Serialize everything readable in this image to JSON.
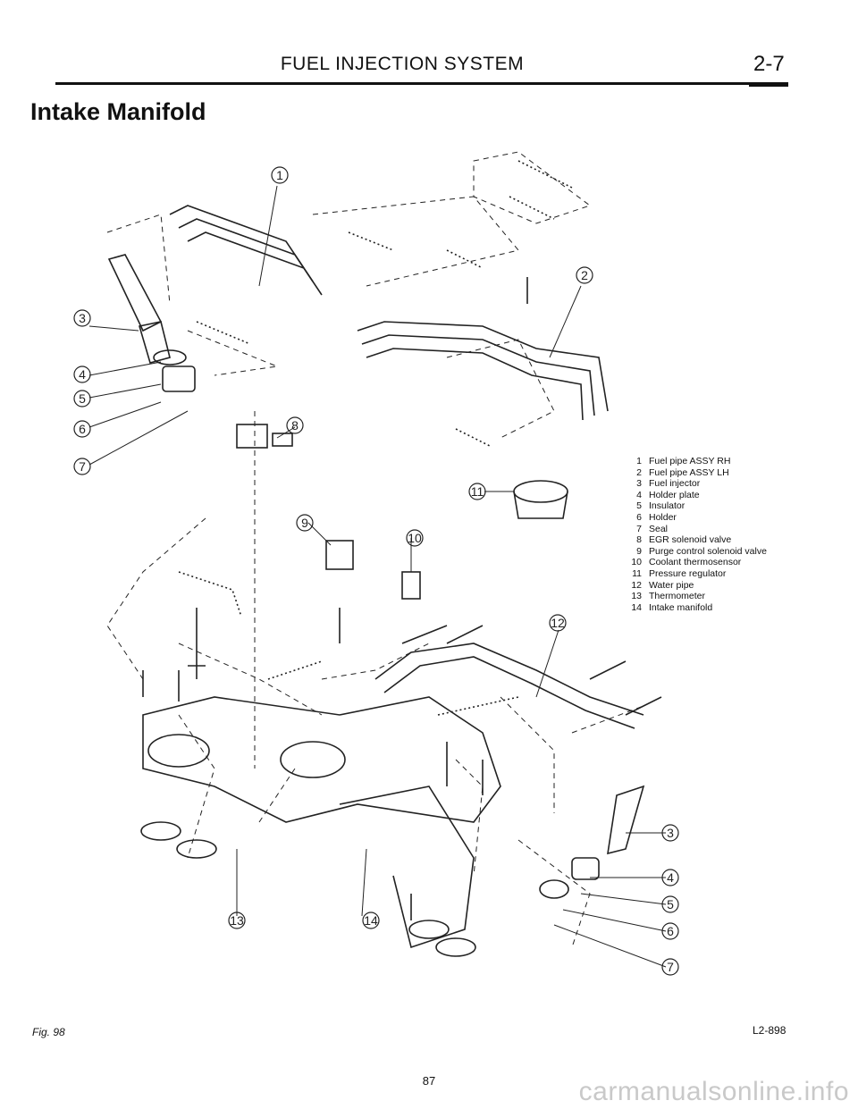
{
  "header": {
    "title": "FUEL INJECTION SYSTEM",
    "page_section": "2-7"
  },
  "section_title": "Intake Manifold",
  "callouts": [
    "1",
    "2",
    "3",
    "4",
    "5",
    "6",
    "7",
    "8",
    "9",
    "10",
    "11",
    "12",
    "13",
    "14"
  ],
  "legend": [
    {
      "num": "1",
      "label": "Fuel pipe ASSY RH"
    },
    {
      "num": "2",
      "label": "Fuel pipe ASSY LH"
    },
    {
      "num": "3",
      "label": "Fuel injector"
    },
    {
      "num": "4",
      "label": "Holder plate"
    },
    {
      "num": "5",
      "label": "Insulator"
    },
    {
      "num": "6",
      "label": "Holder"
    },
    {
      "num": "7",
      "label": "Seal"
    },
    {
      "num": "8",
      "label": "EGR solenoid valve"
    },
    {
      "num": "9",
      "label": "Purge control solenoid valve"
    },
    {
      "num": "10",
      "label": "Coolant thermosensor"
    },
    {
      "num": "11",
      "label": "Pressure regulator"
    },
    {
      "num": "12",
      "label": "Water pipe"
    },
    {
      "num": "13",
      "label": "Thermometer"
    },
    {
      "num": "14",
      "label": "Intake manifold"
    }
  ],
  "figure_label": "Fig. 98",
  "drawing_code": "L2-898",
  "page_number": "87",
  "watermark": "carmanualsonline.info"
}
